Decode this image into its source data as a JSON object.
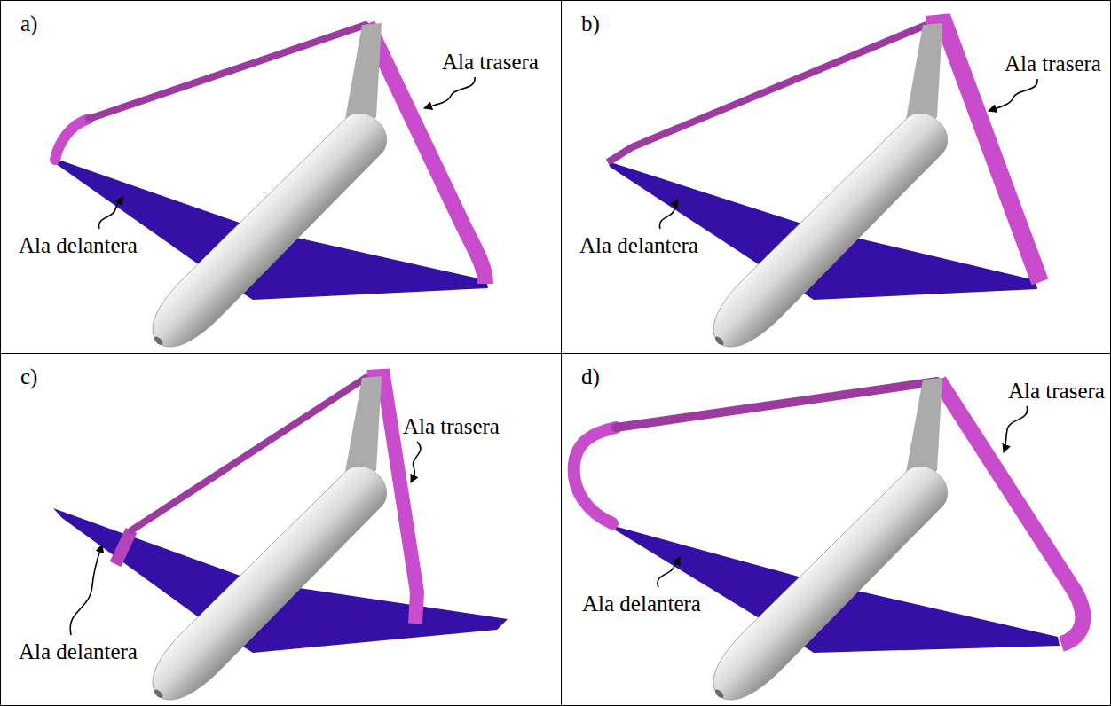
{
  "diagram": {
    "nodes": [
      {
        "text": [
          "a)",
          "Ala trasera",
          "Ala delantera"
        ]
      },
      {
        "text": [
          "b)",
          "Ala trasera",
          "Ala delantera"
        ]
      },
      {
        "text": [
          "c)",
          "Ala trasera",
          "Ala delantera"
        ]
      },
      {
        "text": [
          "d)",
          "Ala trasera",
          "Ala delantera"
        ]
      }
    ]
  }
}
